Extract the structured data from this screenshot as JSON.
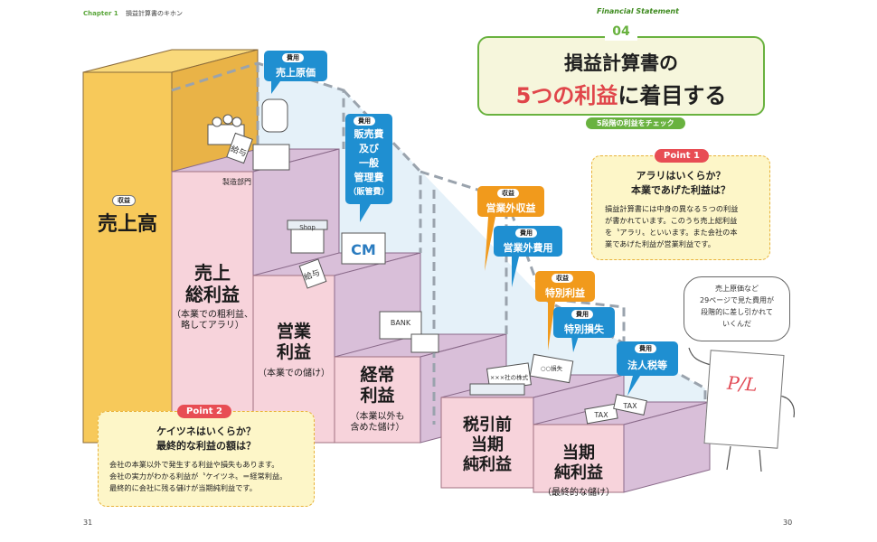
{
  "header": {
    "chapter": "Chapter 1",
    "title": "損益計算書のキホン"
  },
  "title": {
    "number": "04",
    "curved": "Financial Statement",
    "line1": "損益計算書の",
    "line2_red": "5つの利益",
    "line2_black": "に着目する",
    "subtitle": "5段階の利益をチェック"
  },
  "steps": {
    "sales": {
      "tag": "収益",
      "label": "売上高"
    },
    "gross": {
      "label1": "売上",
      "label2": "総利益",
      "sub1": "（本業での粗利益、",
      "sub2": "略してアラリ）"
    },
    "operating": {
      "label1": "営業",
      "label2": "利益",
      "sub": "（本業での儲け）"
    },
    "ordinary": {
      "label1": "経常",
      "label2": "利益",
      "sub1": "（本業以外も",
      "sub2": "含めた儲け）"
    },
    "pretax": {
      "label1": "税引前",
      "label2": "当期",
      "label3": "純利益"
    },
    "net": {
      "label1": "当期",
      "label2": "純利益",
      "sub": "（最終的な儲け）"
    }
  },
  "callouts": {
    "cogs": {
      "tag": "費用",
      "label": "売上原価"
    },
    "sga": {
      "tag": "費用",
      "lines": [
        "販売費",
        "及び",
        "一般",
        "管理費",
        "（販管費）"
      ]
    },
    "nonop_income": {
      "tag": "収益",
      "label": "営業外収益"
    },
    "nonop_expense": {
      "tag": "費用",
      "label": "営業外費用"
    },
    "extra_income": {
      "tag": "収益",
      "label": "特別利益"
    },
    "extra_loss": {
      "tag": "費用",
      "label": "特別損失"
    },
    "tax": {
      "tag": "費用",
      "label": "法人税等"
    }
  },
  "illustrations": {
    "mfg": "製造部門",
    "salary1": "給与",
    "salary2": "給与",
    "shop": "Shop",
    "cm": "CM",
    "bank": "BANK",
    "tax1": "TAX",
    "tax2": "TAX",
    "co_loss": "○○損失",
    "x_gain": "×××社の株式"
  },
  "point1": {
    "badge": "Point 1",
    "head1": "アラリはいくらか？",
    "head2": "本業であげた利益は？",
    "body": [
      "損益計算書には中身の異なる５つの利益",
      "が書かれています。このうち売上総利益",
      "を〝アラリ〟といいます。また会社の本",
      "業であげた利益が営業利益です。"
    ]
  },
  "point2": {
    "badge": "Point 2",
    "head1": "ケイツネはいくらか？",
    "head2": "最終的な利益の額は？",
    "body": [
      "会社の本業以外で発生する利益や損失もあります。",
      "会社の実力がわかる利益が〝ケイツネ〟＝経常利益。",
      "最終的に会社に残る儲けが当期純利益です。"
    ]
  },
  "speech": [
    "売上原価など",
    "29ページで見た費用が",
    "段階的に差し引かれて",
    "いくんだ"
  ],
  "mascot": "P/L",
  "page_left": "31",
  "page_right": "30",
  "colors": {
    "yellow": "#f7c95a",
    "pink": "#f7d3db",
    "mauve": "#d9bfd9",
    "blue": "#1f8fd1",
    "orange": "#f19a1c",
    "green": "#69b23f",
    "red": "#e84d54"
  }
}
